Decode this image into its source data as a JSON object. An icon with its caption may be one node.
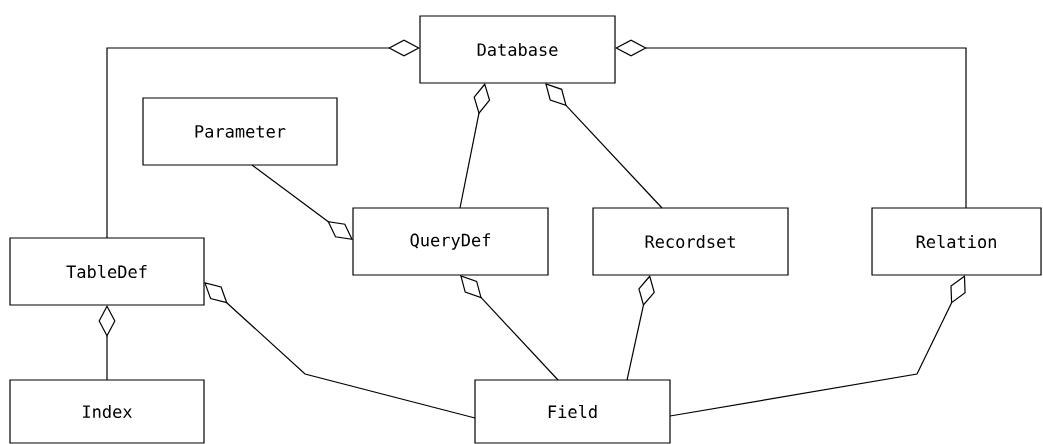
{
  "diagram": {
    "nodes": [
      {
        "text": [
          "Database"
        ]
      },
      {
        "text": [
          "Parameter"
        ]
      },
      {
        "text": [
          "QueryDef"
        ]
      },
      {
        "text": [
          "Recordset"
        ]
      },
      {
        "text": [
          "Relation"
        ]
      },
      {
        "text": [
          "TableDef"
        ]
      },
      {
        "text": [
          "Index"
        ]
      },
      {
        "text": [
          "Field"
        ]
      }
    ],
    "edges": [
      {
        "from": 5,
        "to": 0,
        "arrow": "other"
      },
      {
        "from": 4,
        "to": 0,
        "arrow": "other"
      },
      {
        "from": 2,
        "to": 0,
        "arrow": "other"
      },
      {
        "from": 3,
        "to": 0,
        "arrow": "other"
      },
      {
        "from": 1,
        "to": 2,
        "arrow": "other"
      },
      {
        "from": 6,
        "to": 5,
        "arrow": "other"
      },
      {
        "from": 7,
        "to": 5,
        "arrow": "other"
      },
      {
        "from": 7,
        "to": 2,
        "arrow": "other"
      },
      {
        "from": 7,
        "to": 3,
        "arrow": "other"
      },
      {
        "from": 7,
        "to": 4,
        "arrow": "other"
      }
    ]
  }
}
